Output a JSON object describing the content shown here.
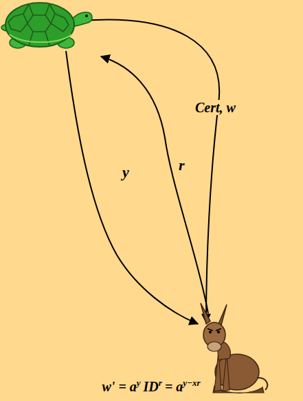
{
  "diagram": {
    "labels": [
      "Cert, w",
      "r",
      "y",
      "w' = a",
      "y",
      "ID",
      "r",
      "= a",
      "y−xr"
    ]
  }
}
